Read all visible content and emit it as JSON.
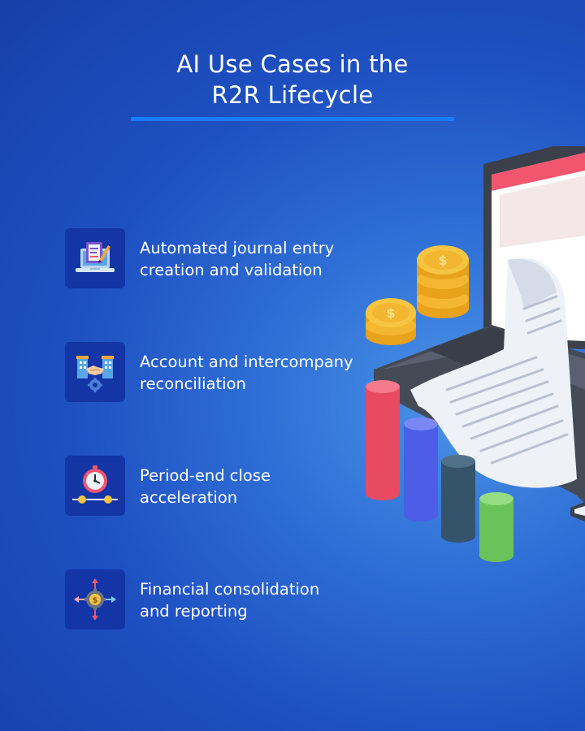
{
  "title": {
    "line1": "AI Use Cases in the",
    "line2": "R2R Lifecycle"
  },
  "use_cases": [
    {
      "text": "Automated journal entry\ncreation and validation",
      "icon": "journal-laptop-icon"
    },
    {
      "text": "Account and intercompany\nreconciliation",
      "icon": "handshake-buildings-icon"
    },
    {
      "text": "Period-end close\nacceleration",
      "icon": "stopwatch-timeline-icon"
    },
    {
      "text": "Financial consolidation\nand reporting",
      "icon": "dollar-gear-arrows-icon"
    }
  ],
  "illustration": {
    "icon": "laptop-coins-bar-chart-illustration",
    "colors": {
      "laptop_body": "#454a57",
      "screen_accent": "#f2566e",
      "coin": "#f5b731",
      "bar_red": "#f2566e",
      "bar_blue": "#5a6cf5",
      "bar_slate": "#3d5e78",
      "bar_green": "#7ccf6b"
    }
  }
}
